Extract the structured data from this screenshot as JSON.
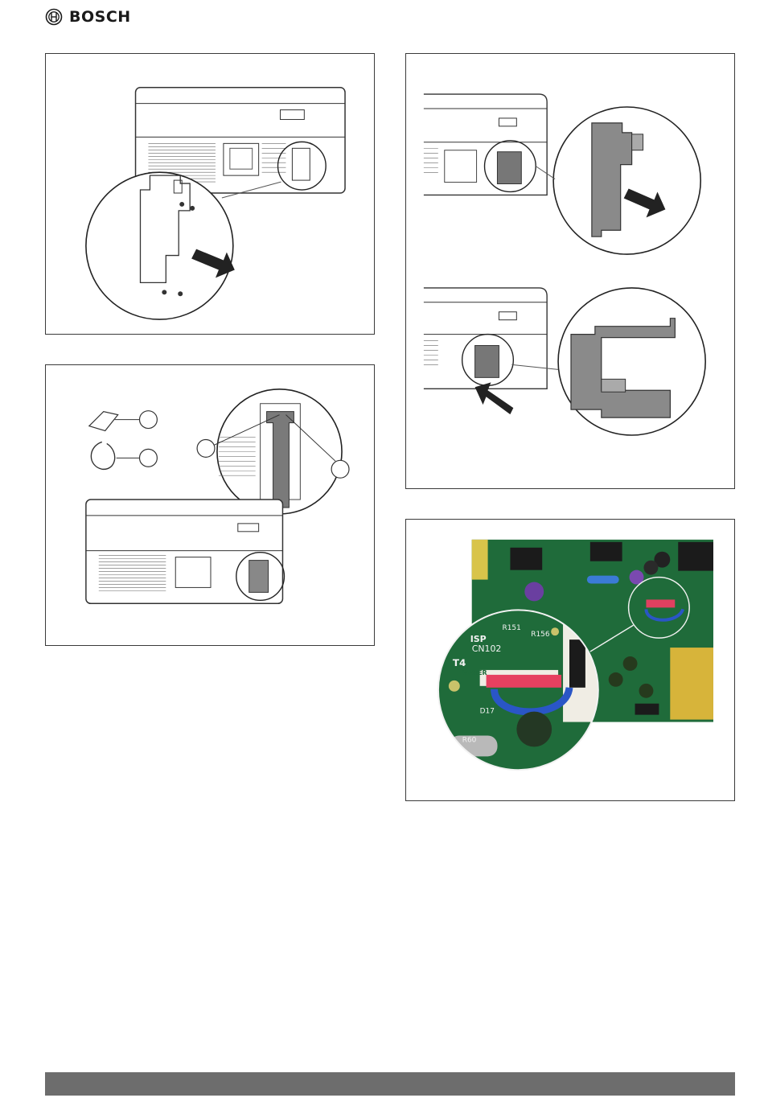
{
  "header": {
    "brand_name": "BOSCH",
    "logo_icon": "bosch-armature-icon"
  },
  "figures": [
    {
      "id": "fig-remove-cover",
      "icon": "hydraulic-cover-removal-illustration"
    },
    {
      "id": "fig-pull-box",
      "icon": "hydraulic-box-pull-illustration"
    },
    {
      "id": "fig-accessories",
      "icon": "accessories-and-connection-illustration"
    },
    {
      "id": "fig-pcb-photo",
      "icon": "pcb-connector-photo-illustration",
      "pcb_labels": {
        "isp": "ISP",
        "cn": "CN102",
        "t4": "T4",
        "water": "WATER",
        "r151": "R151",
        "r156": "R156",
        "d17": "D17",
        "r60": "R60"
      }
    }
  ],
  "footer": {
    "bar_color": "#6d6d6d"
  }
}
